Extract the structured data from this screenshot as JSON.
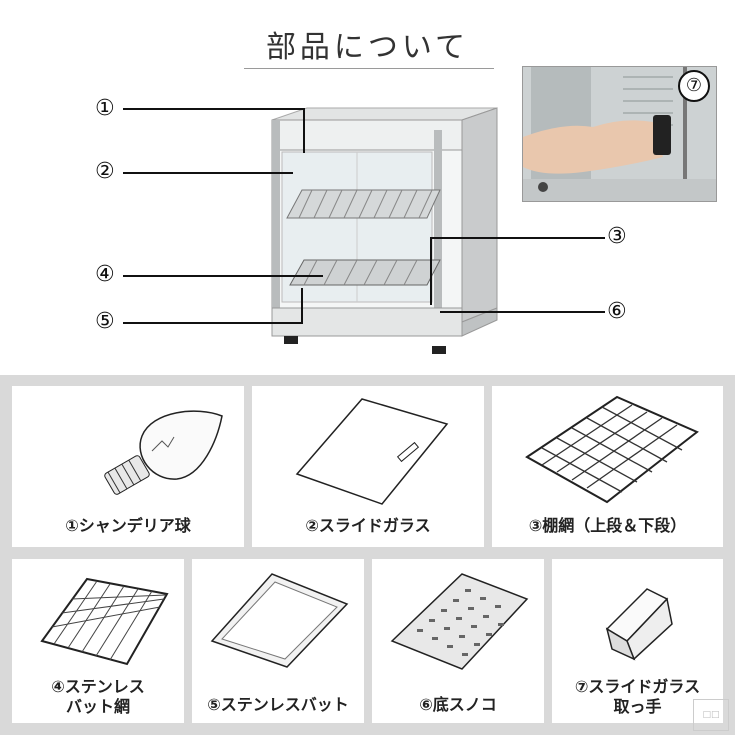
{
  "header": {
    "title": "部品について"
  },
  "callouts": {
    "c1": "①",
    "c2": "②",
    "c3": "③",
    "c4": "④",
    "c5": "⑤",
    "c6": "⑥",
    "c7": "⑦"
  },
  "parts": [
    {
      "label": "①シャンデリア球"
    },
    {
      "label": "②スライドガラス"
    },
    {
      "label": "③棚網（上段＆下段）"
    },
    {
      "label": "④ステンレス\nバット網"
    },
    {
      "label": "⑤ステンレスバット"
    },
    {
      "label": "⑥底スノコ"
    },
    {
      "label": "⑦スライドガラス\n取っ手"
    }
  ],
  "colors": {
    "panel_bg": "#d9d9d9",
    "card_bg": "#ffffff",
    "text": "#222222"
  }
}
